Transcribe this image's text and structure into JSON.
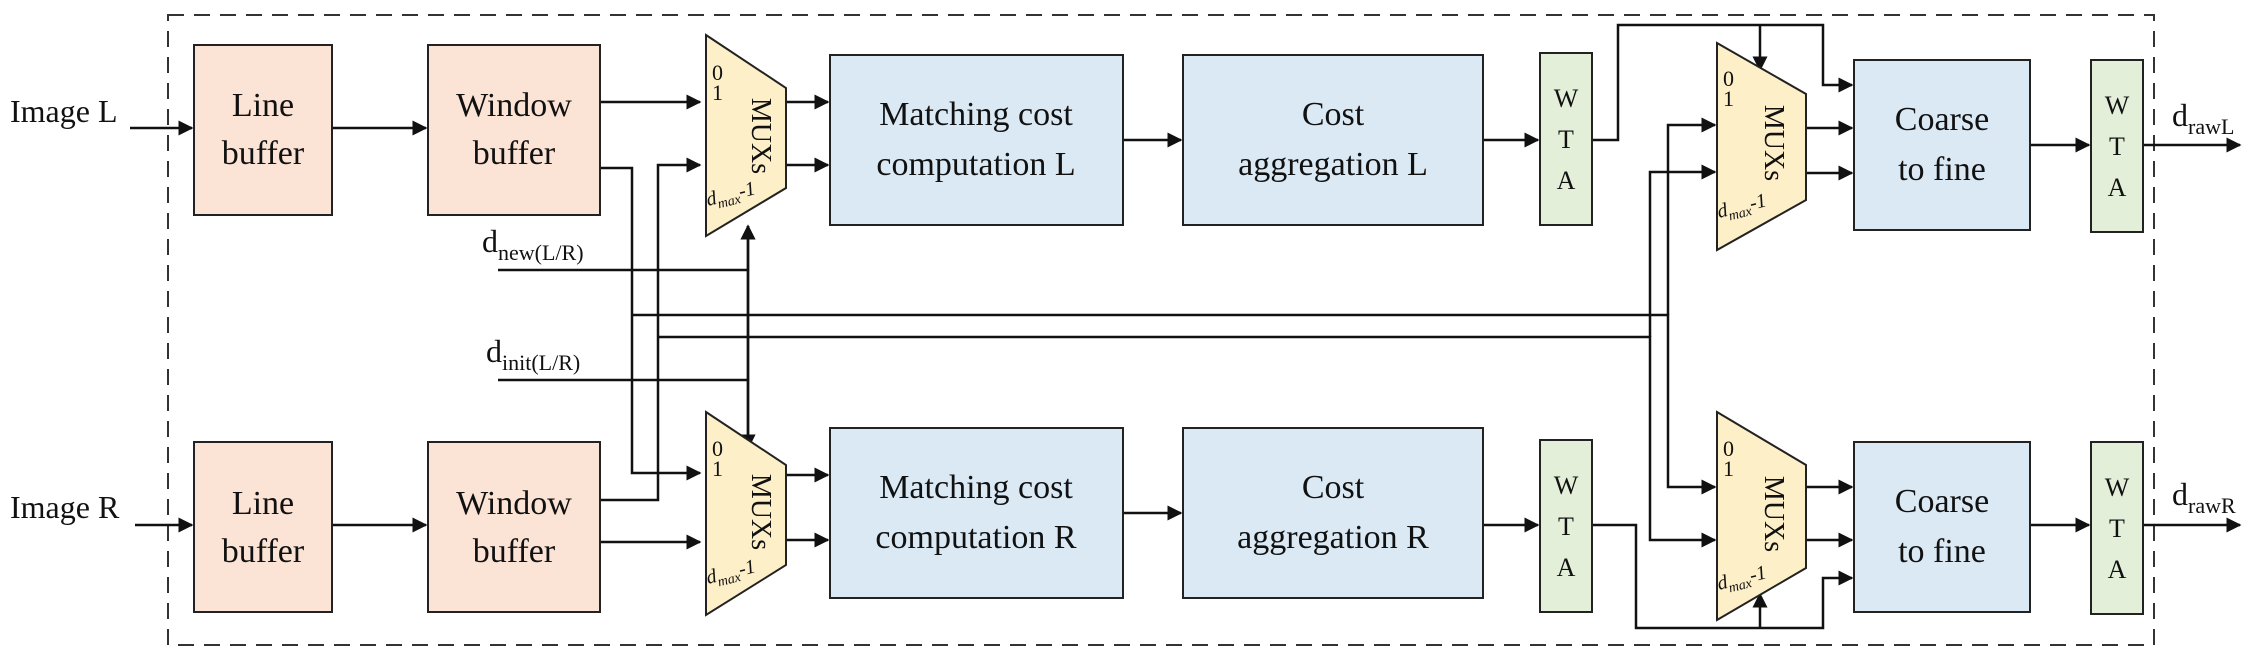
{
  "inputs": {
    "image_l": "Image L",
    "image_r": "Image R",
    "d_new_main": "d",
    "d_new_sub": "new(L/R)",
    "d_init_main": "d",
    "d_init_sub": "init(L/R)"
  },
  "outputs": {
    "raw_l_main": "d",
    "raw_l_sub": "rawL",
    "raw_r_main": "d",
    "raw_r_sub": "rawR"
  },
  "blocks": {
    "line_buffer_l": [
      "Line",
      "buffer"
    ],
    "window_buffer_l": [
      "Window",
      "buffer"
    ],
    "line_buffer_r": [
      "Line",
      "buffer"
    ],
    "window_buffer_r": [
      "Window",
      "buffer"
    ],
    "matching_l": [
      "Matching cost",
      "computation L"
    ],
    "matching_r": [
      "Matching cost",
      "computation R"
    ],
    "aggregation_l": [
      "Cost",
      "aggregation L"
    ],
    "aggregation_r": [
      "Cost",
      "aggregation R"
    ],
    "coarse_l": [
      "Coarse",
      "to fine"
    ],
    "coarse_r": [
      "Coarse",
      "to fine"
    ]
  },
  "wta": [
    "W",
    "T",
    "A"
  ],
  "mux": {
    "label": "MUXs",
    "port0": "0",
    "port1": "1",
    "dmax_main": "d",
    "dmax_sub": "max",
    "dmax_suffix": "-1"
  },
  "colors": {
    "buffer_fill": "#fbe3d5",
    "compute_fill": "#dbe9f4",
    "wta_fill": "#e3efd9",
    "mux_fill": "#fdefc8"
  }
}
